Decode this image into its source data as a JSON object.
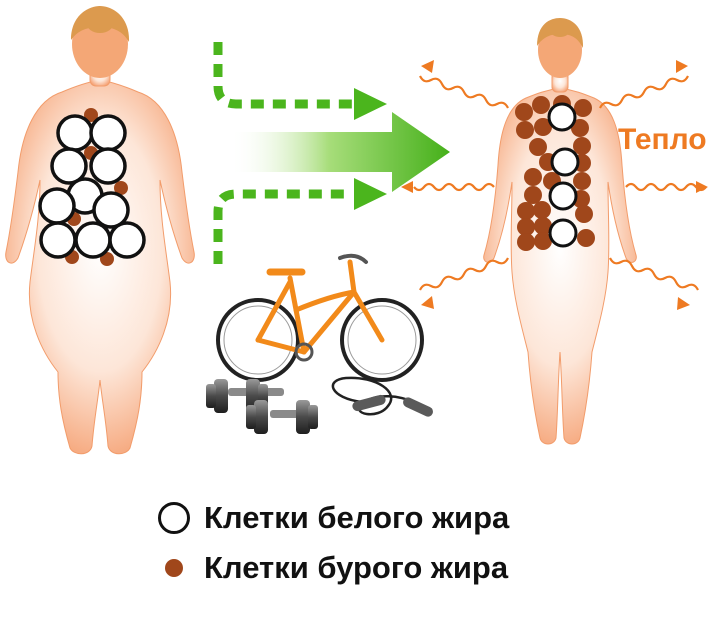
{
  "heat_label": "Тепло",
  "legend": {
    "white_fat": "Клетки белого жира",
    "brown_fat": "Клетки бурого жира"
  },
  "colors": {
    "heat": "#ee7a22",
    "brown_cell": "#a0471b",
    "arrow_green": "#4bb51d",
    "skin": "#f7a878",
    "hair": "#dc9a4e",
    "bike": "#f28a1a"
  },
  "icons": [
    "bicycle-icon",
    "dumbbell-icon",
    "jump-rope-icon"
  ]
}
